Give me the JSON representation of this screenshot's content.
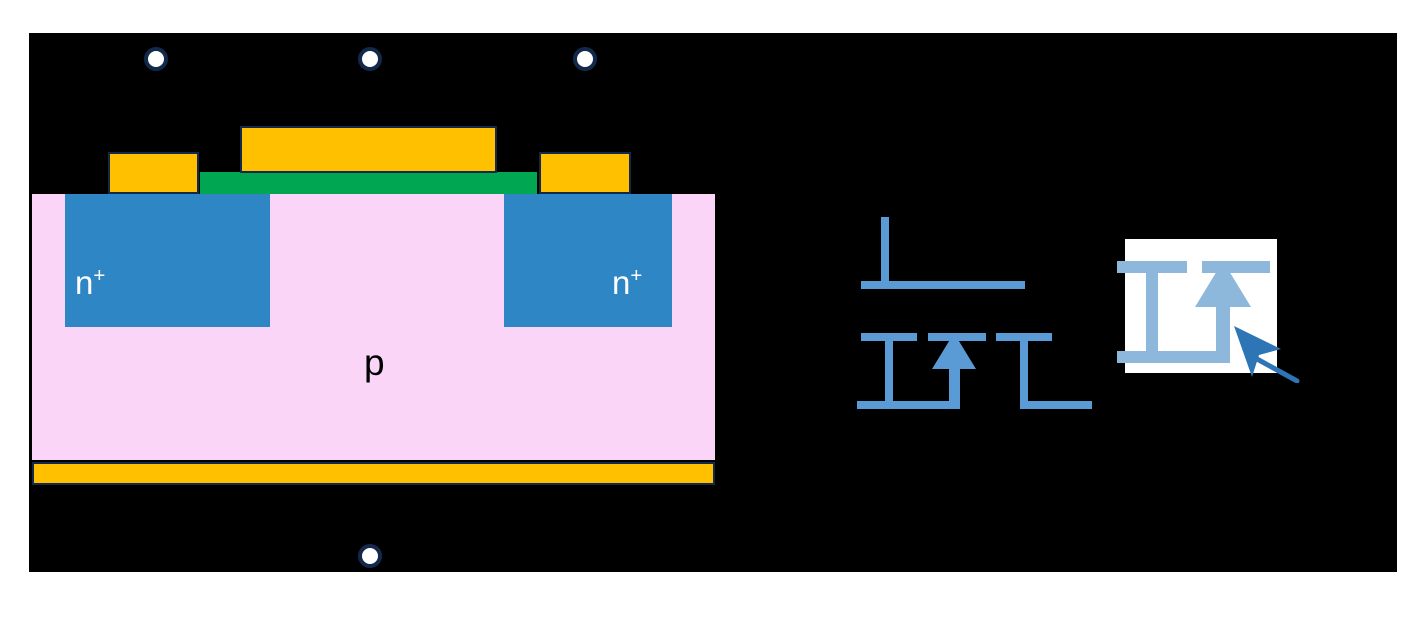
{
  "figure": {
    "title": "MOSFET cross-section with schematic symbol",
    "background_color": "#000000",
    "page_background": "#ffffff"
  },
  "colors": {
    "substrate_p": "#FBD5F8",
    "n_plus": "#2F86C5",
    "metal_gold": "#FFC000",
    "oxide_green": "#00A651",
    "outline_navy": "#13294B",
    "symbol_blue": "#5B9BD5",
    "inset_symbol_blue": "#8DB8DC",
    "cursor_blue": "#2E75B6",
    "contact_fill": "#FFFFFF"
  },
  "cross_section": {
    "region_labels": {
      "source_well": "n",
      "source_well_sup": "+",
      "drain_well": "n",
      "drain_well_sup": "+",
      "body": "p"
    },
    "layers": [
      {
        "name": "substrate",
        "material": "p",
        "color": "#FBD5F8"
      },
      {
        "name": "source-nplus",
        "material": "n+",
        "color": "#2F86C5"
      },
      {
        "name": "drain-nplus",
        "material": "n+",
        "color": "#2F86C5"
      },
      {
        "name": "gate-oxide",
        "material": "oxide",
        "color": "#00A651"
      },
      {
        "name": "gate-metal",
        "material": "metal",
        "color": "#FFC000"
      },
      {
        "name": "source-metal",
        "material": "metal",
        "color": "#FFC000"
      },
      {
        "name": "drain-metal",
        "material": "metal",
        "color": "#FFC000"
      },
      {
        "name": "body-metal",
        "material": "metal",
        "color": "#FFC000"
      }
    ],
    "terminals": [
      {
        "name": "source-terminal"
      },
      {
        "name": "gate-terminal"
      },
      {
        "name": "drain-terminal"
      },
      {
        "name": "body-terminal"
      }
    ]
  },
  "symbol": {
    "name": "nmos-symbol",
    "color": "#5B9BD5"
  },
  "inset": {
    "name": "zoom-inset",
    "card_color": "#ffffff",
    "symbol_color": "#8DB8DC",
    "cursor_color": "#2E75B6"
  }
}
